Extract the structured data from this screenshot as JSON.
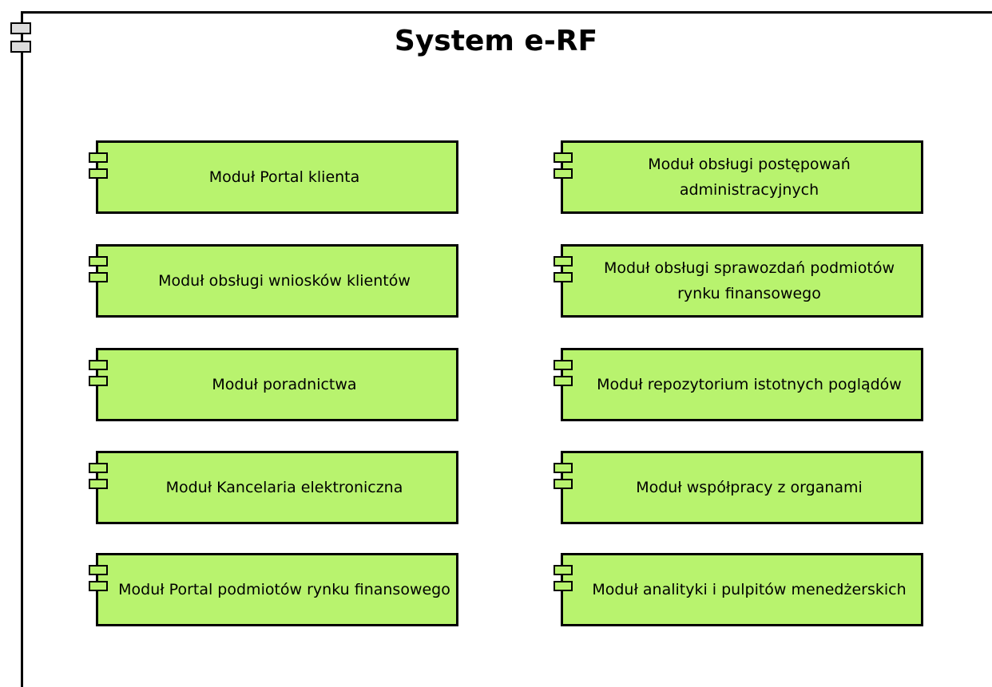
{
  "system": {
    "title": "System e-RF"
  },
  "modules_left": [
    {
      "label": "Moduł Portal klienta"
    },
    {
      "label": "Moduł obsługi wniosków klientów"
    },
    {
      "label": "Moduł poradnictwa"
    },
    {
      "label": "Moduł Kancelaria elektroniczna"
    },
    {
      "label": "Moduł Portal podmiotów rynku finansowego"
    }
  ],
  "modules_right": [
    {
      "label": "Moduł obsługi postępowań administracyjnych"
    },
    {
      "label": "Moduł obsługi sprawozdań podmiotów rynku finansowego"
    },
    {
      "label": "Moduł repozytorium istotnych poglądów"
    },
    {
      "label": "Moduł współpracy z organami"
    },
    {
      "label": "Moduł analityki i pulpitów menedżerskich"
    }
  ],
  "colors": {
    "module_fill": "#b8f36e",
    "border": "#000000",
    "system_tab_fill": "#dcdcdc"
  },
  "icons": {
    "system": "component-icon",
    "module": "component-icon"
  }
}
